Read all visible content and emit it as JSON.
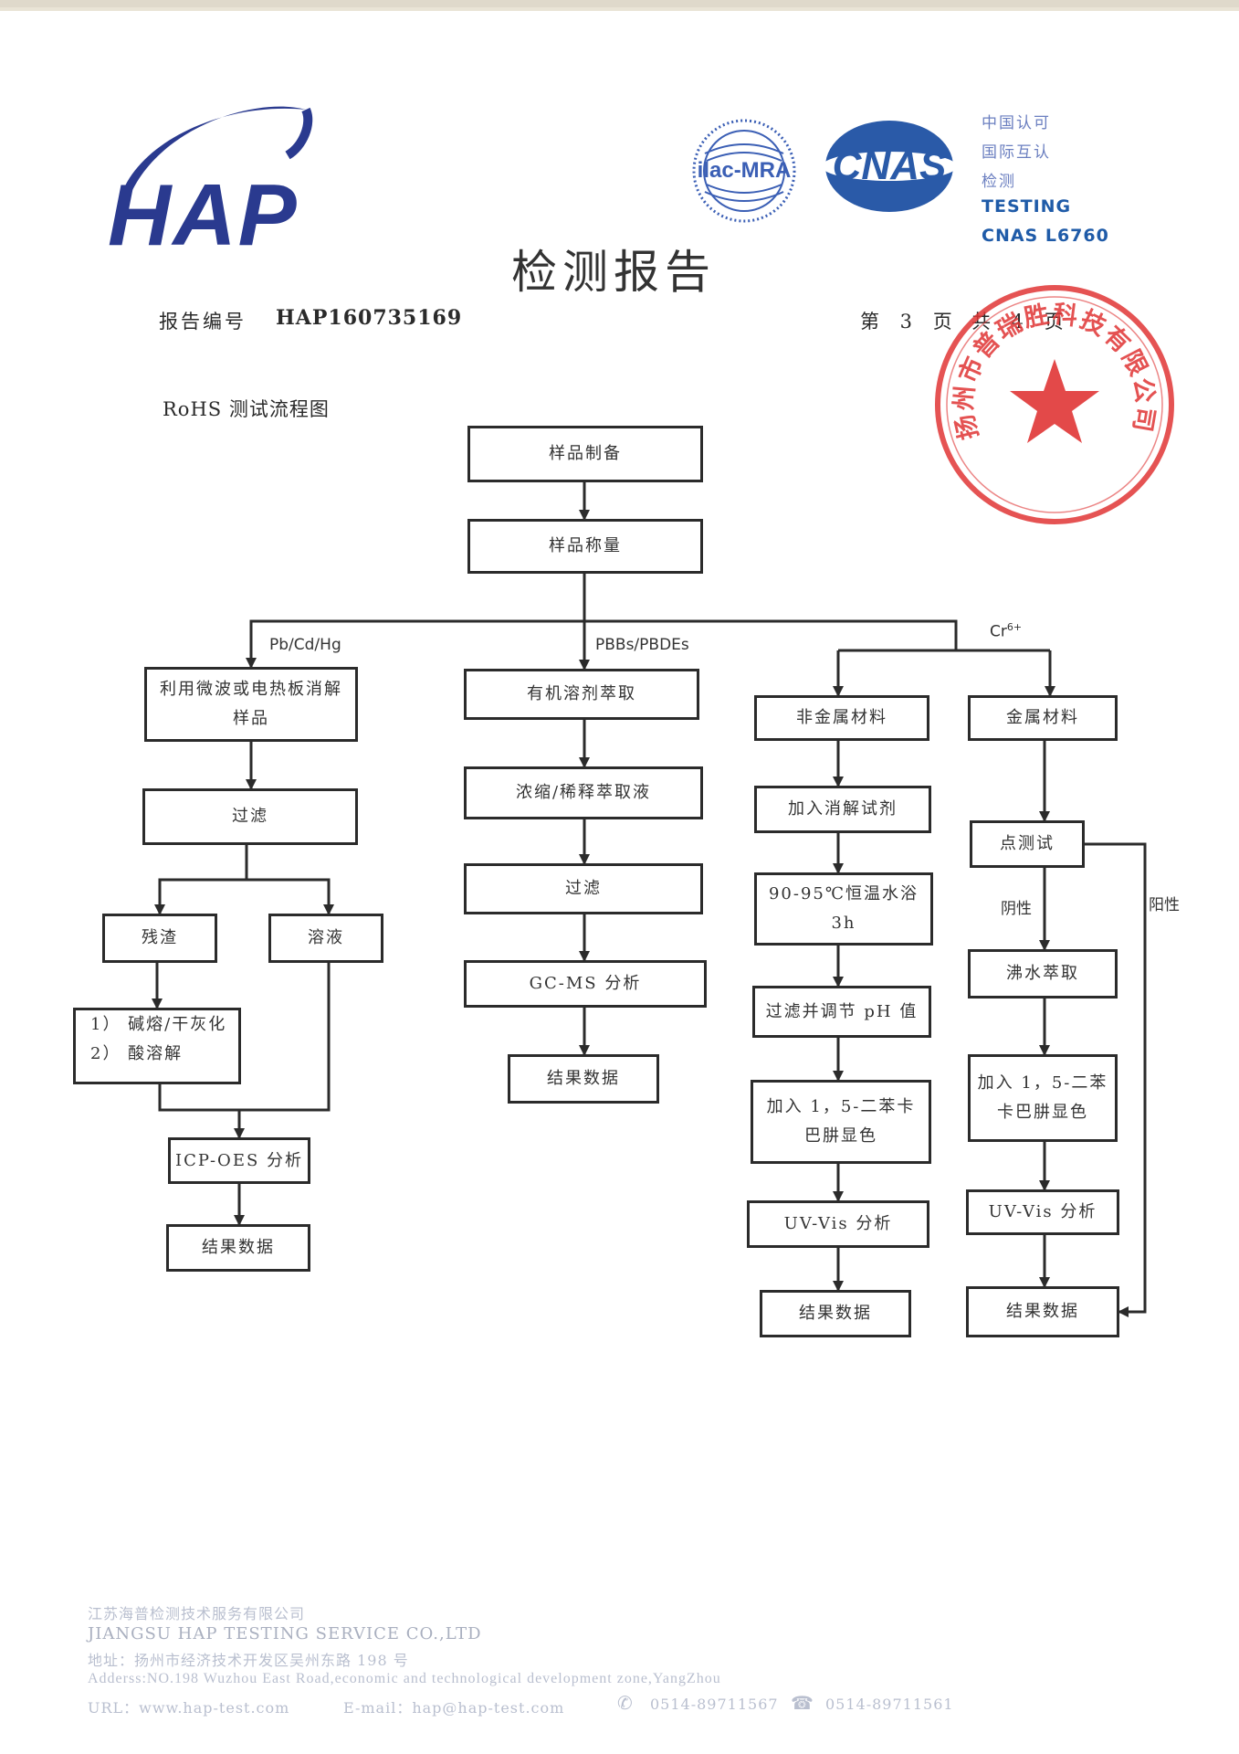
{
  "header": {
    "logo_text": "HAP",
    "title": "检测报告",
    "cert": {
      "ilac_text": "ilac-MRA",
      "cnas_text": "CNAS",
      "lines": [
        "中国认可",
        "国际互认",
        "检测",
        "TESTING",
        "CNAS L6760"
      ]
    },
    "report_no_label": "报告编号",
    "report_no": "HAP160735169",
    "page_text": "第 3 页",
    "total_text": "共 4 页"
  },
  "seal": {
    "text": "扬州市普瑞胜科技有限公司",
    "colors": {
      "stamp": "#e03535"
    }
  },
  "flowchart": {
    "title": "RoHS 测试流程图",
    "boxes": {
      "sample_prep": "样品制备",
      "sample_weigh": "样品称量",
      "microwave_digest": "利用微波或电热板消解样品",
      "filter_1": "过滤",
      "residue": "残渣",
      "solution": "溶液",
      "alkali_fusion_1": "1） 碱熔/干灰化",
      "alkali_fusion_2": "2） 酸溶解",
      "icp_oes": "ICP-OES 分析",
      "result_1": "结果数据",
      "organic_extraction": "有机溶剂萃取",
      "concentrate": "浓缩/稀释萃取液",
      "filter_2": "过滤",
      "gc_ms": "GC-MS 分析",
      "result_2": "结果数据",
      "nonmetal": "非金属材料",
      "add_digest_reagent": "加入消解试剂",
      "water_bath_1": "90-95℃恒温水浴",
      "water_bath_2": "3h",
      "filter_ph": "过滤并调节 pH 值",
      "add_dpc_nm_1": "加入 1，5-二苯卡",
      "add_dpc_nm_2": "巴肼显色",
      "uvvis_1": "UV-Vis 分析",
      "result_3": "结果数据",
      "metal": "金属材料",
      "spot_test": "点测试",
      "boil_extract": "沸水萃取",
      "add_dpc_m_1": "加入 1，5-二苯",
      "add_dpc_m_2": "卡巴肼显色",
      "uvvis_2": "UV-Vis 分析",
      "result_4": "结果数据"
    },
    "labels": {
      "pb_cd_hg": "Pb/Cd/Hg",
      "pbbs": "PBBs/PBDEs",
      "cr6": "Cr6+",
      "negative": "阴性",
      "positive": "阳性"
    }
  },
  "footer": {
    "company_cn": "江苏海普检测技术服务有限公司",
    "company_en": "JIANGSU HAP TESTING SERVICE CO.,LTD",
    "address_cn": "地址：扬州市经济技术开发区吴州东路 198 号",
    "address_en": "Adderss:NO.198 Wuzhou East Road,economic and technological development zone,YangZhou",
    "url": "URL：www.hap-test.com",
    "email": "E-mail：hap@hap-test.com",
    "tel": "0514-89711567",
    "fax": "0514-89711561"
  }
}
